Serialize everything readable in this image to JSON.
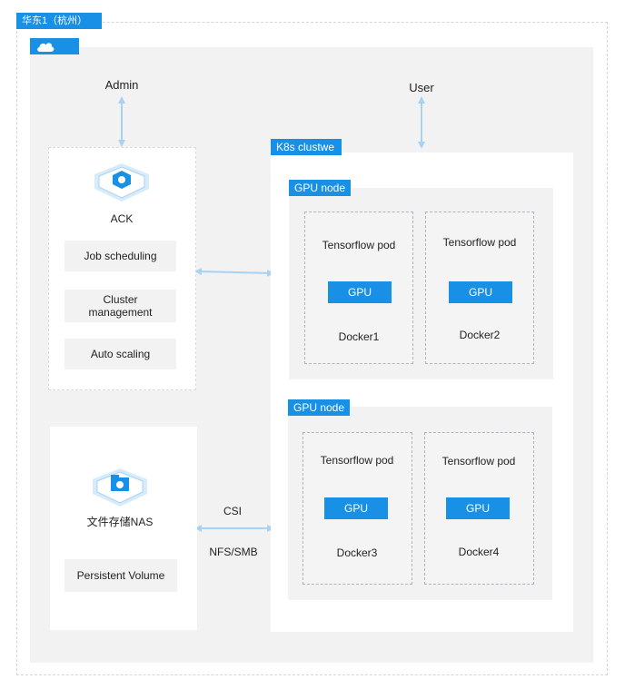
{
  "region": {
    "label": "华东1（杭州）"
  },
  "cloud": {
    "icon": "cloud-icon"
  },
  "admin": {
    "label": "Admin"
  },
  "user": {
    "label": "User"
  },
  "ack": {
    "label": "ACK",
    "icon": "ack-hexagon-icon",
    "items": [
      "Job scheduling",
      "Cluster management",
      "Auto scaling"
    ]
  },
  "nas": {
    "label": "文件存储NAS",
    "icon": "nas-hexagon-icon",
    "item": "Persistent Volume"
  },
  "connection": {
    "top": "CSI",
    "bottom": "NFS/SMB"
  },
  "k8s": {
    "label": "K8s clustwe",
    "nodes": [
      {
        "label": "GPU node",
        "dockers": [
          {
            "pod": "Tensorflow pod",
            "gpu": "GPU",
            "name": "Docker1"
          },
          {
            "pod": "Tensorflow pod",
            "gpu": "GPU",
            "name": "Docker2"
          }
        ]
      },
      {
        "label": "GPU node",
        "dockers": [
          {
            "pod": "Tensorflow pod",
            "gpu": "GPU",
            "name": "Docker3"
          },
          {
            "pod": "Tensorflow pod",
            "gpu": "GPU",
            "name": "Docker4"
          }
        ]
      }
    ]
  },
  "colors": {
    "accent": "#1890e6",
    "arrow": "#a9d1f2",
    "panel_bg": "#f2f2f2"
  }
}
